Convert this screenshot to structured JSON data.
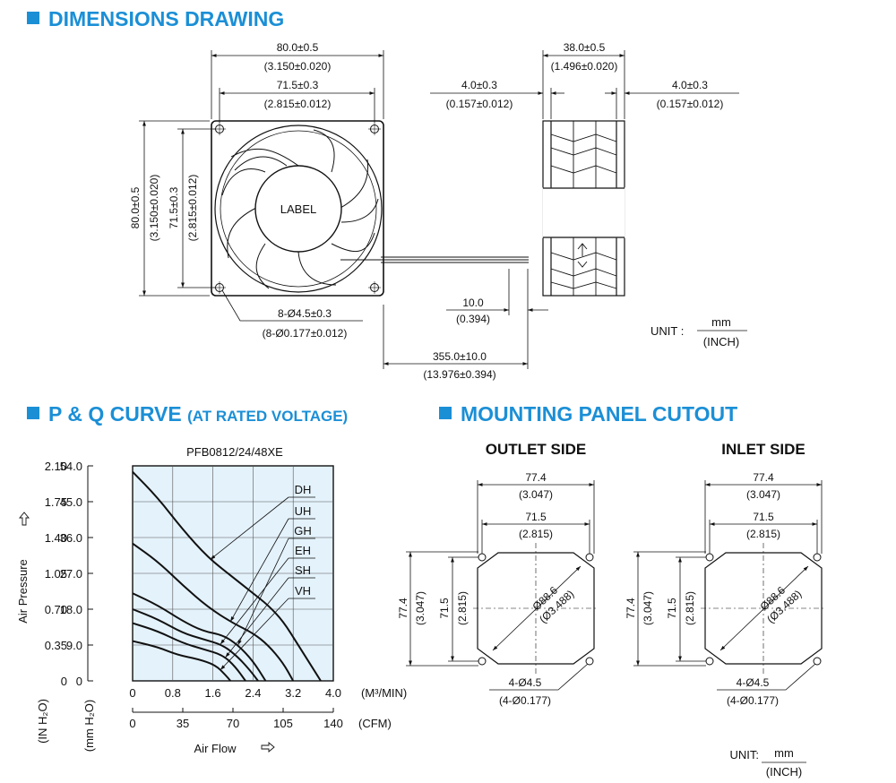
{
  "sections": {
    "dimensions": "DIMENSIONS DRAWING",
    "pq_main": "P & Q CURVE",
    "pq_sub": "(AT RATED VOLTAGE)",
    "mounting": "MOUNTING PANEL CUTOUT"
  },
  "colors": {
    "accent": "#1b8fd6",
    "chart_bg": "#e4f2fb"
  },
  "drawing": {
    "width_outer": "80.0±0.5",
    "width_outer_in": "(3.150±0.020)",
    "width_inner": "71.5±0.3",
    "width_inner_in": "(2.815±0.012)",
    "height_outer": "80.0±0.5",
    "height_outer_in": "(3.150±0.020)",
    "height_inner": "71.5±0.3",
    "height_inner_in": "(2.815±0.012)",
    "holes": "8-Ø4.5±0.3",
    "holes_in": "(8-Ø0.177±0.012)",
    "label": "LABEL",
    "depth": "38.0±0.5",
    "depth_in": "(1.496±0.020)",
    "flange_left": "4.0±0.3",
    "flange_left_in": "(0.157±0.012)",
    "flange_right": "4.0±0.3",
    "flange_right_in": "(0.157±0.012)",
    "strip": "10.0",
    "strip_in": "(0.394)",
    "lead": "355.0±10.0",
    "lead_in": "(13.976±0.394)",
    "unit_label": "UNIT :",
    "unit_num": "mm",
    "unit_den": "(INCH)"
  },
  "chart_data": {
    "type": "line",
    "title": "PFB0812/24/48XE",
    "x_primary": {
      "ticks": [
        "0",
        "0.8",
        "1.6",
        "2.4",
        "3.2",
        "4.0"
      ],
      "unit": "(M³/MIN)",
      "range": [
        0,
        4.0
      ]
    },
    "x_secondary": {
      "ticks": [
        "0",
        "35",
        "70",
        "105",
        "140"
      ],
      "unit": "(CFM)"
    },
    "y_primary": {
      "ticks": [
        "0",
        "9.0",
        "18.0",
        "27.0",
        "36.0",
        "45.0",
        "54.0"
      ],
      "unit": "(mm H₂O)",
      "range": [
        0,
        54
      ]
    },
    "y_secondary": {
      "ticks": [
        "0",
        "0.35",
        "0.70",
        "1.05",
        "1.40",
        "1.75",
        "2.10"
      ],
      "unit": "(IN H₂O)"
    },
    "xlabel": "Air Flow",
    "ylabel": "Air Pressure",
    "grid": true,
    "series": [
      {
        "name": "DH",
        "points": [
          [
            0,
            52.5
          ],
          [
            0.5,
            46
          ],
          [
            1.0,
            38
          ],
          [
            1.5,
            31
          ],
          [
            2.0,
            26
          ],
          [
            2.4,
            22
          ],
          [
            2.7,
            19
          ],
          [
            3.0,
            15
          ],
          [
            3.3,
            9
          ],
          [
            3.6,
            3
          ],
          [
            3.75,
            0
          ]
        ]
      },
      {
        "name": "UH",
        "points": [
          [
            0,
            34.5
          ],
          [
            0.5,
            30
          ],
          [
            1.0,
            24
          ],
          [
            1.5,
            18.5
          ],
          [
            2.0,
            14.5
          ],
          [
            2.4,
            12
          ],
          [
            2.7,
            9
          ],
          [
            3.0,
            4.5
          ],
          [
            3.2,
            0
          ]
        ]
      },
      {
        "name": "GH",
        "points": [
          [
            0,
            22
          ],
          [
            0.5,
            19
          ],
          [
            1.0,
            15
          ],
          [
            1.4,
            12.5
          ],
          [
            1.8,
            11.5
          ],
          [
            2.1,
            9
          ],
          [
            2.4,
            5
          ],
          [
            2.65,
            0
          ]
        ]
      },
      {
        "name": "EH",
        "points": [
          [
            0,
            18
          ],
          [
            0.5,
            15.5
          ],
          [
            1.0,
            12
          ],
          [
            1.4,
            10.5
          ],
          [
            1.8,
            9
          ],
          [
            2.1,
            6
          ],
          [
            2.35,
            2.5
          ],
          [
            2.5,
            0
          ]
        ]
      },
      {
        "name": "SH",
        "points": [
          [
            0,
            14.5
          ],
          [
            0.5,
            12.5
          ],
          [
            1.0,
            9.5
          ],
          [
            1.4,
            8
          ],
          [
            1.8,
            6.5
          ],
          [
            2.05,
            3.5
          ],
          [
            2.25,
            0
          ]
        ]
      },
      {
        "name": "VH",
        "points": [
          [
            0,
            10
          ],
          [
            0.5,
            8.5
          ],
          [
            0.9,
            6.5
          ],
          [
            1.3,
            5.5
          ],
          [
            1.65,
            4
          ],
          [
            1.85,
            1.5
          ],
          [
            1.95,
            0
          ]
        ]
      }
    ]
  },
  "cutout": {
    "outlet": {
      "title": "OUTLET SIDE",
      "w_outer": "77.4",
      "w_outer_in": "(3.047)",
      "w_inner": "71.5",
      "w_inner_in": "(2.815)",
      "h_outer": "77.4",
      "h_outer_in": "(3.047)",
      "h_inner": "71.5",
      "h_inner_in": "(2.815)",
      "diameter": "Ø88.6",
      "diameter_in": "(Ø3.488)",
      "holes": "4-Ø4.5",
      "holes_in": "(4-Ø0.177)"
    },
    "inlet": {
      "title": "INLET SIDE",
      "w_outer": "77.4",
      "w_outer_in": "(3.047)",
      "w_inner": "71.5",
      "w_inner_in": "(2.815)",
      "h_outer": "77.4",
      "h_outer_in": "(3.047)",
      "h_inner": "71.5",
      "h_inner_in": "(2.815)",
      "diameter": "Ø88.6",
      "diameter_in": "(Ø3.488)",
      "holes": "4-Ø4.5",
      "holes_in": "(4-Ø0.177)"
    },
    "unit_label": "UNIT:",
    "unit_num": "mm",
    "unit_den": "(INCH)"
  }
}
